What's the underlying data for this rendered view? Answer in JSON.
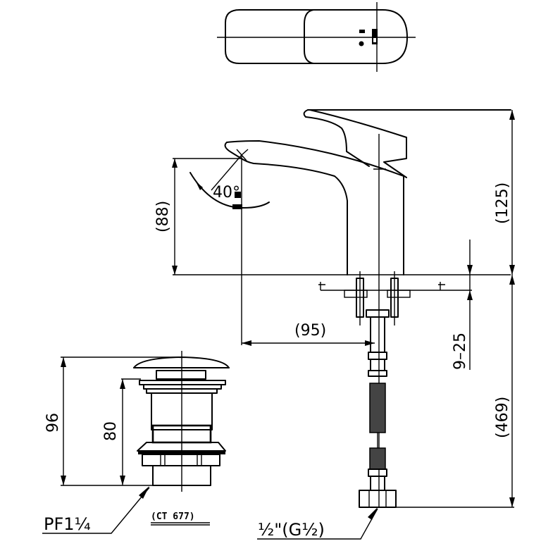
{
  "drawing": {
    "title": "Basin faucet with pop-up drain — dimension drawing",
    "colors": {
      "line": "#000000",
      "background": "#ffffff"
    }
  },
  "top_view": {
    "label": "faucet top view"
  },
  "faucet_dimensions": {
    "spout_height": "(88)",
    "angle": "40°",
    "overall_height": "(125)",
    "spout_reach": "(95)",
    "deck_thickness": "9–25",
    "hose_length": "(469)"
  },
  "drain_dimensions": {
    "total_height": "96",
    "body_height": "80"
  },
  "labels": {
    "drain_thread": "PF1¼",
    "drain_model": "(CT 677)",
    "hose_thread": "½\"(G½)"
  }
}
